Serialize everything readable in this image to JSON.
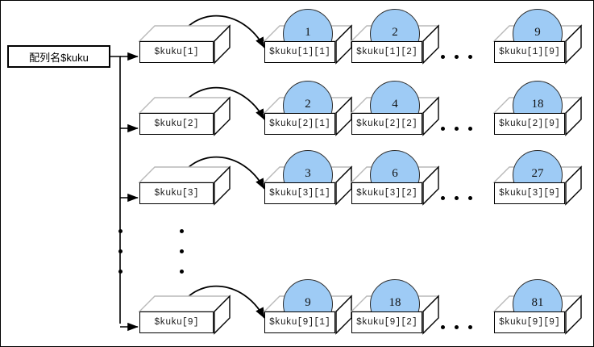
{
  "diagram": {
    "title_label": "配列名$kuku",
    "name_prefix": "配列名",
    "name_value": "$kuku",
    "bubble_color": "#9ecbf5",
    "box_face_color": "#ffffff",
    "box_shade_color": "#b9b9b9",
    "line_color": "#000000",
    "ellipsis_h": "• • •",
    "ellipsis_v": "• • •"
  },
  "rows": [
    {
      "pointer_label": "$kuku[1]",
      "cells": [
        {
          "label": "$kuku[1][1]",
          "value": "1"
        },
        {
          "label": "$kuku[1][2]",
          "value": "2"
        },
        {
          "label": "$kuku[1][9]",
          "value": "9"
        }
      ]
    },
    {
      "pointer_label": "$kuku[2]",
      "cells": [
        {
          "label": "$kuku[2][1]",
          "value": "2"
        },
        {
          "label": "$kuku[2][2]",
          "value": "4"
        },
        {
          "label": "$kuku[2][9]",
          "value": "18"
        }
      ]
    },
    {
      "pointer_label": "$kuku[3]",
      "cells": [
        {
          "label": "$kuku[3][1]",
          "value": "3"
        },
        {
          "label": "$kuku[3][2]",
          "value": "6"
        },
        {
          "label": "$kuku[3][9]",
          "value": "27"
        }
      ]
    },
    {
      "pointer_label": "$kuku[9]",
      "cells": [
        {
          "label": "$kuku[9][1]",
          "value": "9"
        },
        {
          "label": "$kuku[9][2]",
          "value": "18"
        },
        {
          "label": "$kuku[9][9]",
          "value": "81"
        }
      ]
    }
  ]
}
